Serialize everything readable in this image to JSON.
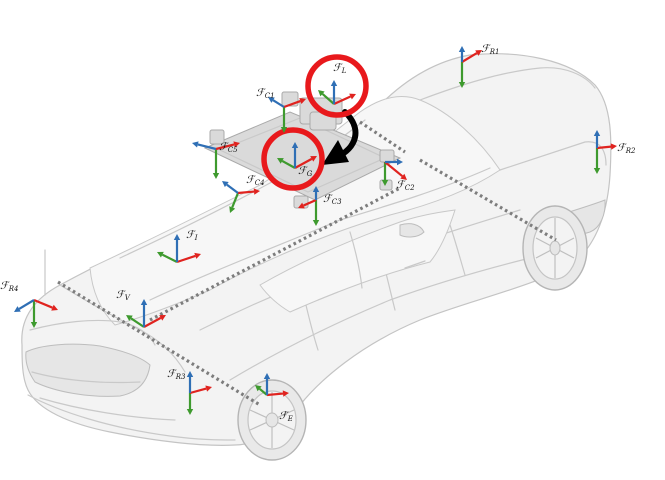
{
  "figure": {
    "colors": {
      "x_axis": "#e0231f",
      "y_axis": "#3e9a2e",
      "z_axis": "#2f6fb5",
      "highlight": "#e8191c",
      "calibration_path": "#7d7d7d",
      "arrow": "#000000"
    },
    "highlighted_frames": [
      "L",
      "G"
    ],
    "frames": [
      {
        "symbol": "ℱ",
        "sub": "R1"
      },
      {
        "symbol": "ℱ",
        "sub": "L"
      },
      {
        "symbol": "ℱ",
        "sub": "C1"
      },
      {
        "symbol": "ℱ",
        "sub": "C5"
      },
      {
        "symbol": "ℱ",
        "sub": "G"
      },
      {
        "symbol": "ℱ",
        "sub": "C4"
      },
      {
        "symbol": "ℱ",
        "sub": "C2"
      },
      {
        "symbol": "ℱ",
        "sub": "C3"
      },
      {
        "symbol": "ℱ",
        "sub": "R2"
      },
      {
        "symbol": "ℱ",
        "sub": "I"
      },
      {
        "symbol": "ℱ",
        "sub": "R4"
      },
      {
        "symbol": "ℱ",
        "sub": "V"
      },
      {
        "symbol": "ℱ",
        "sub": "R3"
      },
      {
        "symbol": "ℱ",
        "sub": "E"
      }
    ]
  }
}
